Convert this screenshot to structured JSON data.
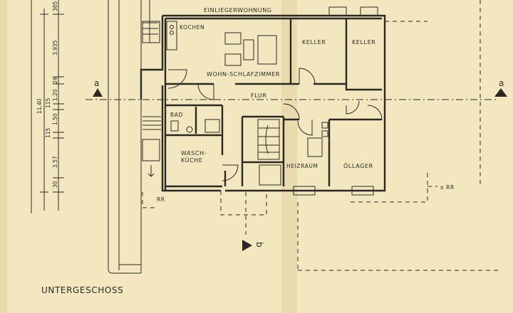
{
  "plan": {
    "title": "UNTERGESCHOSS",
    "rooms": {
      "einlieger": "EINLIEGERWOHNUNG",
      "kochen": "KOCHEN",
      "wohn": "WOHN-SCHLAFZIMMER",
      "keller1": "KELLER",
      "keller2": "KELLER",
      "flur": "FLUR",
      "bad": "BAD",
      "wasch1": "WASCH-",
      "wasch2": "KÜCHE",
      "heiz": "HEIZRAUM",
      "oel": "ÖLLAGER"
    },
    "section_marks": {
      "a_left": "a",
      "a_right": "a",
      "b": "b"
    },
    "rr_left": "RR",
    "rr_right": "o RR",
    "dimensions": {
      "total": "11.40",
      "d1": "365",
      "d2": "3.935",
      "d3": "24",
      "d4": "1.20",
      "d5": "115",
      "d6": "1.50",
      "d7": "115",
      "d8": "3.57",
      "d9": "30"
    }
  },
  "colors": {
    "paper": "#f3e7c0",
    "ink": "#2b2924",
    "fold": "#e6d6a6"
  }
}
